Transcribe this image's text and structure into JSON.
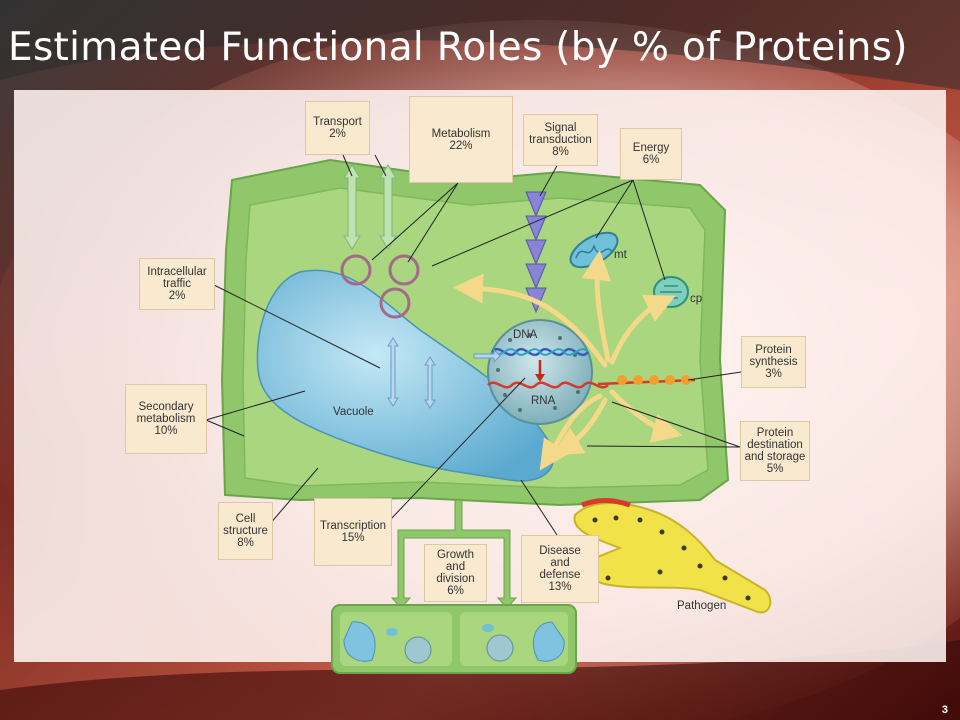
{
  "slide": {
    "title": "Estimated Functional Roles (by % of Proteins)",
    "page_number": "3"
  },
  "labels": {
    "transport": {
      "name": "Transport",
      "value": "2%"
    },
    "metabolism": {
      "name": "Metabolism",
      "value": "22%"
    },
    "signal": {
      "line1": "Signal",
      "line2": "transduction",
      "value": "8%"
    },
    "energy": {
      "name": "Energy",
      "value": "6%"
    },
    "intracellular": {
      "line1": "Intracellular",
      "line2": "traffic",
      "value": "2%"
    },
    "secondary": {
      "line1": "Secondary",
      "line2": "metabolism",
      "value": "10%"
    },
    "protein_synthesis": {
      "line1": "Protein",
      "line2": "synthesis",
      "value": "3%"
    },
    "protein_dest": {
      "line1": "Protein",
      "line2": "destination",
      "line3": "and storage",
      "value": "5%"
    },
    "cell_structure": {
      "line1": "Cell",
      "line2": "structure",
      "value": "8%"
    },
    "transcription": {
      "name": "Transcription",
      "value": "15%"
    },
    "growth": {
      "line1": "Growth",
      "line2": "and",
      "line3": "division",
      "value": "6%"
    },
    "disease": {
      "line1": "Disease",
      "line2": "and",
      "line3": "defense",
      "value": "13%"
    }
  },
  "organelles": {
    "dna": "DNA",
    "rna": "RNA",
    "vacuole": "Vacuole",
    "mt": "mt",
    "cp": "cp",
    "pathogen": "Pathogen"
  },
  "colors": {
    "cell_outer": "#8fc76a",
    "cell_inner": "#a9d67e",
    "vacuole": "#7fc3e0",
    "nucleus": "#9fc7cf",
    "label_bg": "#f8e9cf",
    "arrow_yellow": "#f5d98a",
    "signal_purple": "#8a84d6",
    "pathogen": "#f2e24a"
  }
}
